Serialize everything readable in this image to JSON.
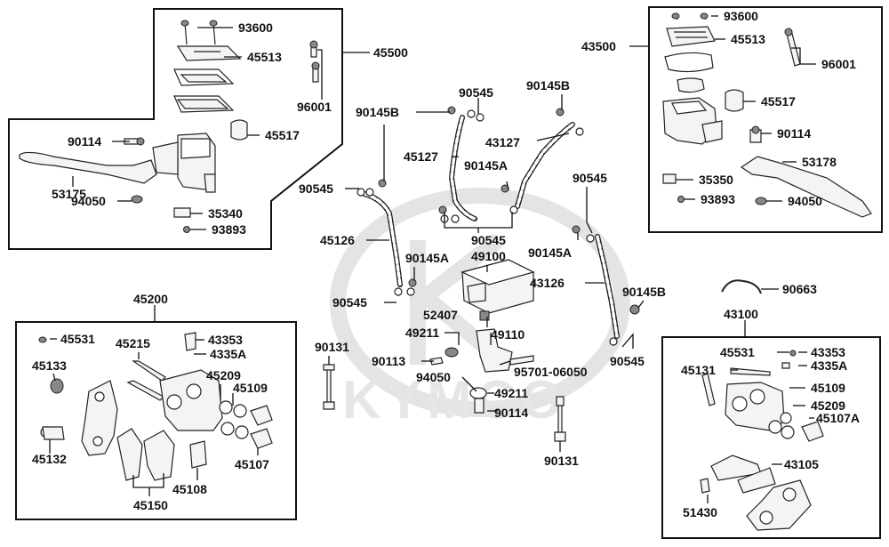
{
  "watermark": {
    "brand": "KYMCO"
  },
  "labels": {
    "l45500": "45500",
    "l93600a": "93600",
    "l45513a": "45513",
    "l96001a": "96001",
    "l45517a": "45517",
    "l90114a": "90114",
    "l53175": "53175",
    "l94050a": "94050",
    "l35340": "35340",
    "l93893a": "93893",
    "l43500": "43500",
    "l93600b": "93600",
    "l45513b": "45513",
    "l96001b": "96001",
    "l45517b": "45517",
    "l90114b": "90114",
    "l53178": "53178",
    "l35350": "35350",
    "l93893b": "93893",
    "l94050b": "94050",
    "l90145B_1": "90145B",
    "l90545_1": "90545",
    "l90145B_2": "90145B",
    "l45127": "45127",
    "l43127": "43127",
    "l90145A_1": "90145A",
    "l90545_2": "90545",
    "l90545_3": "90545",
    "l45126": "45126",
    "l90545_4": "90545",
    "l90145A_2": "90145A",
    "l49100": "49100",
    "l90545_5": "90545",
    "l90145A_3": "90145A",
    "l43126": "43126",
    "l90145B_3": "90145B",
    "l90545_6": "90545",
    "l52407": "52407",
    "l49211a": "49211",
    "l49110": "49110",
    "l90131a": "90131",
    "l90113": "90113",
    "l95701": "95701-06050",
    "l94050c": "94050",
    "l49211b": "49211",
    "l90114c": "90114",
    "l90131b": "90131",
    "l90663": "90663",
    "l45200": "45200",
    "l45531a": "45531",
    "l45215": "45215",
    "l43353a": "43353",
    "l45133": "45133",
    "l4335Aa": "4335A",
    "l45209a": "45209",
    "l45109a": "45109",
    "l45132": "45132",
    "l45107": "45107",
    "l45108": "45108",
    "l45150": "45150",
    "l43100": "43100",
    "l45531b": "45531",
    "l43353b": "43353",
    "l45131": "45131",
    "l4335Ab": "4335A",
    "l45109b": "45109",
    "l45209b": "45209",
    "l45107A": "45107A",
    "l43105": "43105",
    "l51430": "51430"
  }
}
